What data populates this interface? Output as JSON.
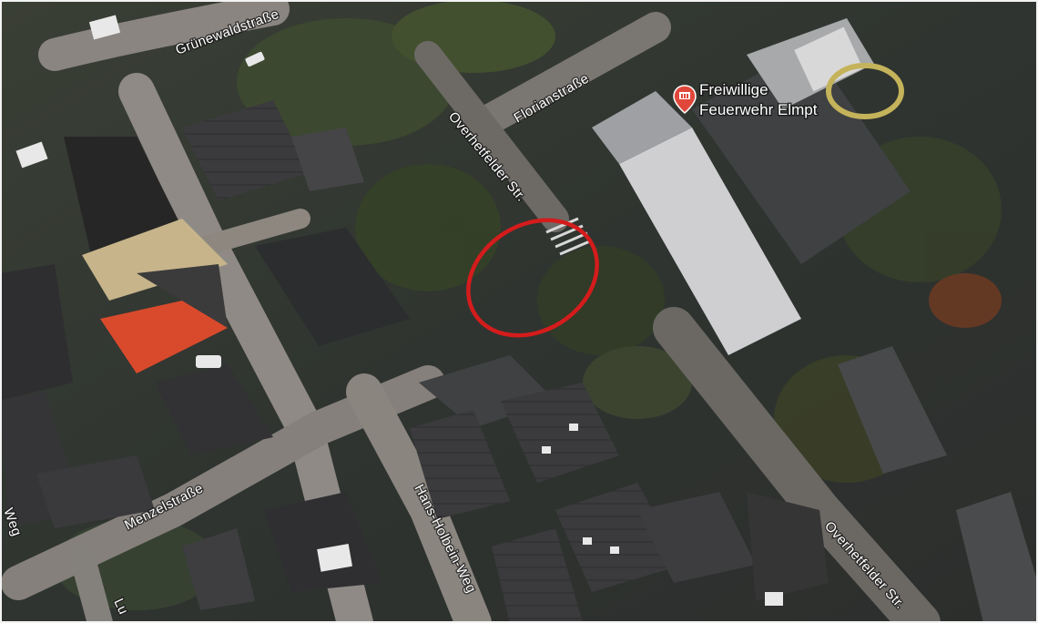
{
  "map": {
    "view": "satellite",
    "streets": [
      {
        "name": "Grünewaldstraße"
      },
      {
        "name": "Florianstraße"
      },
      {
        "name": "Overhetfelder Str."
      },
      {
        "name": "Overhetfelder Str."
      },
      {
        "name": "Menzelstraße"
      },
      {
        "name": "Hans-Holbein-Weg"
      },
      {
        "name": "Weg"
      },
      {
        "name": "Lu"
      }
    ],
    "poi": {
      "name_line1": "Freiwillige",
      "name_line2": "Feuerwehr Elmpt",
      "icon": "map-pin-icon",
      "pin_color": "#e0473a"
    },
    "annotation": {
      "shape": "ellipse",
      "color": "#d41c1c"
    }
  }
}
